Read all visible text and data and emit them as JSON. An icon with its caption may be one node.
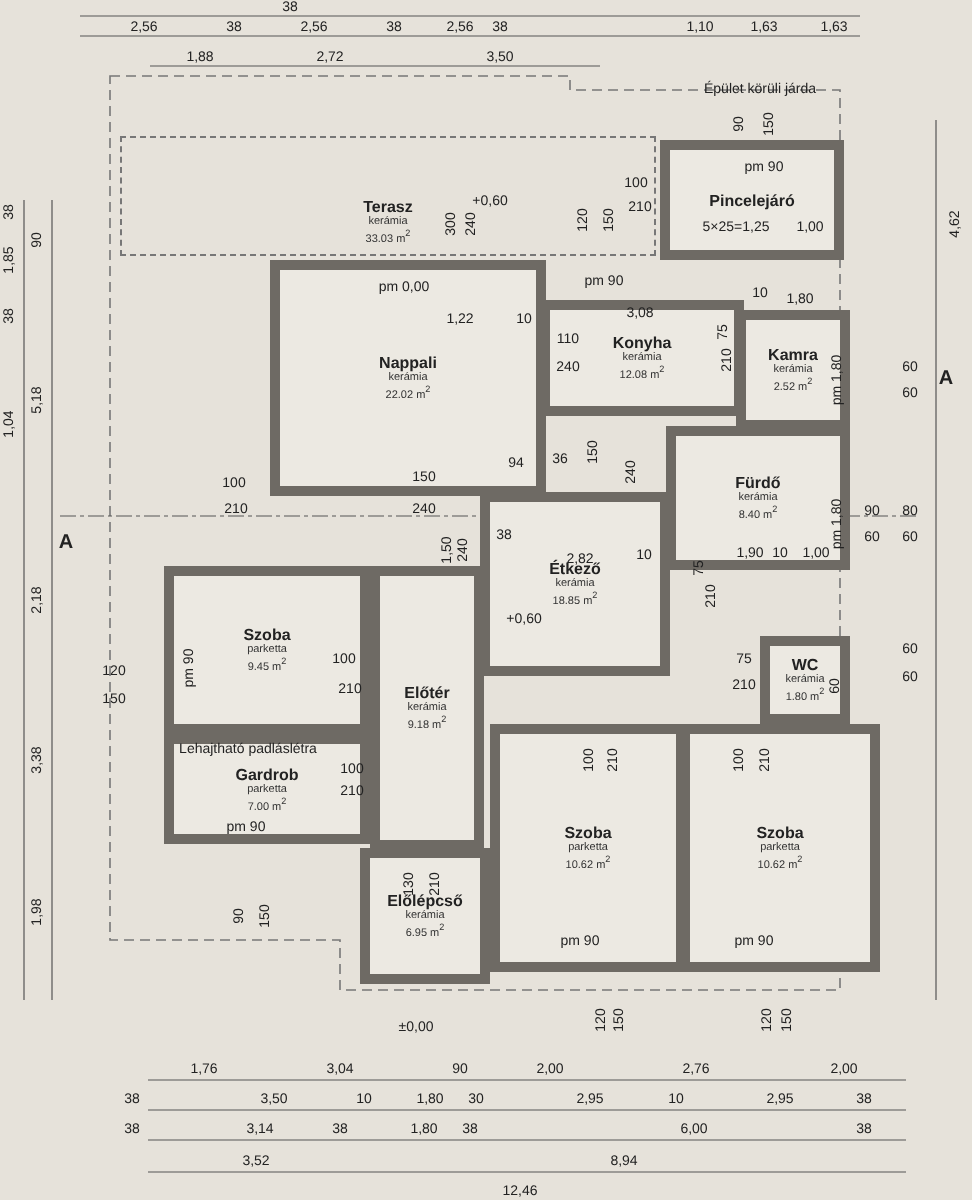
{
  "diagram": {
    "nodes": [
      {
        "text": [
          "Terasz",
          "kerámia",
          "33.03 m$^{2}$"
        ]
      },
      {
        "text": [
          "Pincelejáró"
        ]
      },
      {
        "text": [
          "Nappali",
          "kerámia",
          "22.02 m$^{2}$"
        ]
      },
      {
        "text": [
          "Konyha",
          "kerámia",
          "12.08 m$^{2}$"
        ]
      },
      {
        "text": [
          "Kamra",
          "kerámia",
          "2.52 m$^{2}$"
        ]
      },
      {
        "text": [
          "Fürdő",
          "kerámia",
          "8.40 m$^{2}$"
        ]
      },
      {
        "text": [
          "Étkező",
          "kerámia",
          "18.85 m$^{2}$"
        ]
      },
      {
        "text": [
          "Szoba",
          "parketta",
          "9.45 m$^{2}$"
        ]
      },
      {
        "text": [
          "Előtér",
          "kerámia",
          "9.18 m$^{2}$"
        ]
      },
      {
        "text": [
          "WC",
          "kerámia",
          "1.80 m$^{2}$"
        ]
      },
      {
        "text": [
          "Gardrob",
          "parketta",
          "7.00 m$^{2}$"
        ]
      },
      {
        "text": [
          "Szoba",
          "parketta",
          "10.62 m$^{2}$"
        ]
      },
      {
        "text": [
          "Szoba",
          "parketta",
          "10.62 m$^{2}$"
        ]
      },
      {
        "text": [
          "Előlépcső",
          "kerámia",
          "6.95 m$^{2}$"
        ]
      }
    ],
    "edges": [],
    "labels": [
      "38",
      "2,56",
      "38",
      "2,56",
      "38",
      "2,56",
      "38",
      "1,10",
      "1,63",
      "1,63",
      "1,88",
      "2,72",
      "3,50",
      "Épület körüli járda",
      "90",
      "150",
      "+0,60",
      "300",
      "240",
      "120",
      "150",
      "100",
      "210",
      "pm 90",
      "5×25=1,25",
      "1,00",
      "pm 0,00",
      "pm 90",
      "1,22",
      "10",
      "3,08",
      "10",
      "1,80",
      "110",
      "240",
      "75",
      "210",
      "pm 1,80",
      "100",
      "210",
      "150",
      "240",
      "94",
      "36",
      "150",
      "240",
      "1,50",
      "240",
      "38",
      "2,82",
      "10",
      "75",
      "210",
      "1,90",
      "10",
      "1,00",
      "pm 1,80",
      "+0,60",
      "120",
      "150",
      "pm 90",
      "100",
      "210",
      "Lehajtható padláslétra",
      "100",
      "210",
      "pm 90",
      "75",
      "210",
      "60",
      "100",
      "210",
      "100",
      "210",
      "pm 90",
      "pm 90",
      "130",
      "210",
      "±0,00",
      "90",
      "150",
      "120",
      "150",
      "120",
      "150",
      "A",
      "A",
      "38",
      "1,85",
      "90",
      "38",
      "5,18",
      "1,04",
      "2,18",
      "3,38",
      "1,98",
      "4,62",
      "60",
      "60",
      "90",
      "80",
      "60",
      "60",
      "60",
      "60",
      "1,76",
      "3,04",
      "90",
      "2,00",
      "2,76",
      "2,00",
      "38",
      "3,50",
      "10",
      "1,80",
      "30",
      "2,95",
      "10",
      "2,95",
      "38",
      "38",
      "3,14",
      "38",
      "1,80",
      "38",
      "6,00",
      "38",
      "3,52",
      "8,94",
      "12,46"
    ]
  }
}
